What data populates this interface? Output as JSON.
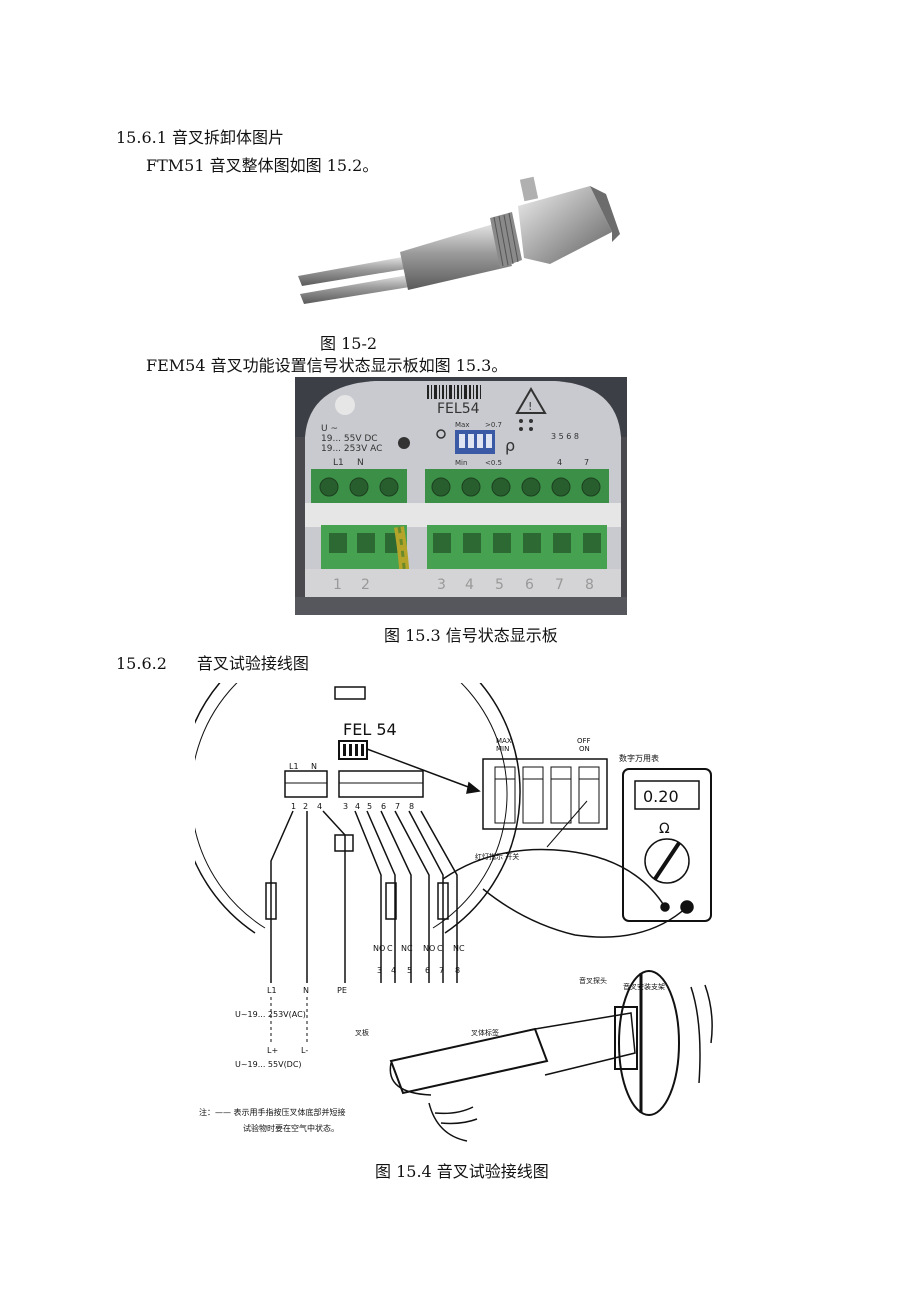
{
  "section1": {
    "heading": "15.6.1 音叉拆卸体图片",
    "para": "FTM51 音叉整体图如图 15.2。",
    "figure1_caption": "图 15-2",
    "para2": "FEM54 音叉功能设置信号状态显示板如图 15.3。",
    "figure2_caption": "图 15.3 信号状态显示板"
  },
  "section2": {
    "heading_num": "15.6.2",
    "heading_text": "音叉试验接线图",
    "figure3_caption": "图 15.4 音叉试验接线图"
  },
  "board": {
    "model": "FEL54",
    "voltage_line1": "U ~",
    "voltage_line2": "19... 55V DC",
    "voltage_line3": "19... 253V AC",
    "term_l1": "L1",
    "term_n": "N",
    "switch_max": "Max",
    "switch_val": ">0.7",
    "switch_min": "Min",
    "switch_other": "<0.5",
    "rho": "ρ",
    "top_nums": "3 5 6 8",
    "bottom_nums_a": "4",
    "bottom_nums_b": "7",
    "terminal_numbers": [
      "1",
      "2",
      "3",
      "4",
      "5",
      "6",
      "7",
      "8"
    ]
  },
  "diagram": {
    "model": "FEL 54",
    "term_top": [
      "L1",
      "N"
    ],
    "term_nums": [
      "1",
      "2",
      "4",
      "3",
      "4",
      "5",
      "6",
      "7",
      "8"
    ],
    "contacts": [
      "NO",
      "C",
      "NC",
      "NO",
      "C",
      "NC"
    ],
    "contact_nums": [
      "3",
      "4",
      "5",
      "6",
      "7",
      "8"
    ],
    "bottom_labels": [
      "L1",
      "N",
      "PE"
    ],
    "voltage_ac": "U~19... 253V(AC)",
    "voltage_dc": "U~19... 55V(DC)",
    "dc_labels": [
      "L+",
      "L-"
    ],
    "switch_top": [
      "MAX",
      "MIN"
    ],
    "switch_off_on": [
      "OFF",
      "ON"
    ],
    "switch_caption": "红灯指示 开关",
    "meter_label": "数字万用表",
    "meter_display": "0.20",
    "meter_ohm": "Ω",
    "fork_label_1": "音叉探头",
    "fork_label_2": "音叉安装支架",
    "fork_label_3": "叉板",
    "fork_label_4": "叉体标签",
    "note_line1": "注：—— 表示用手指按压叉体底部并短接",
    "note_line2": "试验物时要在空气中状态。"
  }
}
